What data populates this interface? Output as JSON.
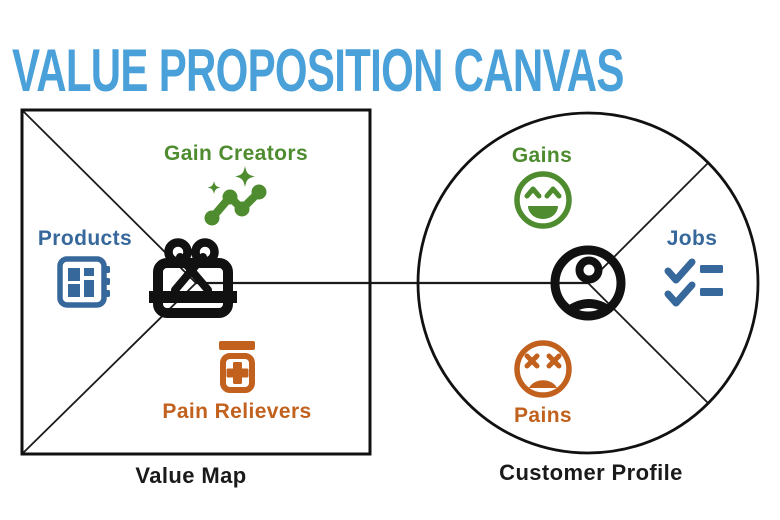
{
  "title": "VALUE PROPOSITION CANVAS",
  "colors": {
    "title": "#4AA0D8",
    "blue": "#36689B",
    "green": "#4E8C2F",
    "orange": "#C2611E",
    "ink": "#111111",
    "text": "#1A1A1A",
    "line": "#1A1A1A",
    "bg": "#FFFFFF"
  },
  "value_map": {
    "label": "Value Map",
    "sections": {
      "gain_creators": "Gain Creators",
      "products": "Products",
      "pain_relievers": "Pain Relievers"
    },
    "icons": {
      "gain_creators": "growth-chart-sparkle-icon",
      "products": "product-chip-icon",
      "pain_relievers": "medicine-bottle-icon",
      "center": "gift-icon"
    }
  },
  "customer_profile": {
    "label": "Customer Profile",
    "sections": {
      "gains": "Gains",
      "jobs": "Jobs",
      "pains": "Pains"
    },
    "icons": {
      "gains": "happy-face-icon",
      "jobs": "checklist-icon",
      "pains": "sad-face-icon",
      "center": "customer-icon"
    }
  }
}
